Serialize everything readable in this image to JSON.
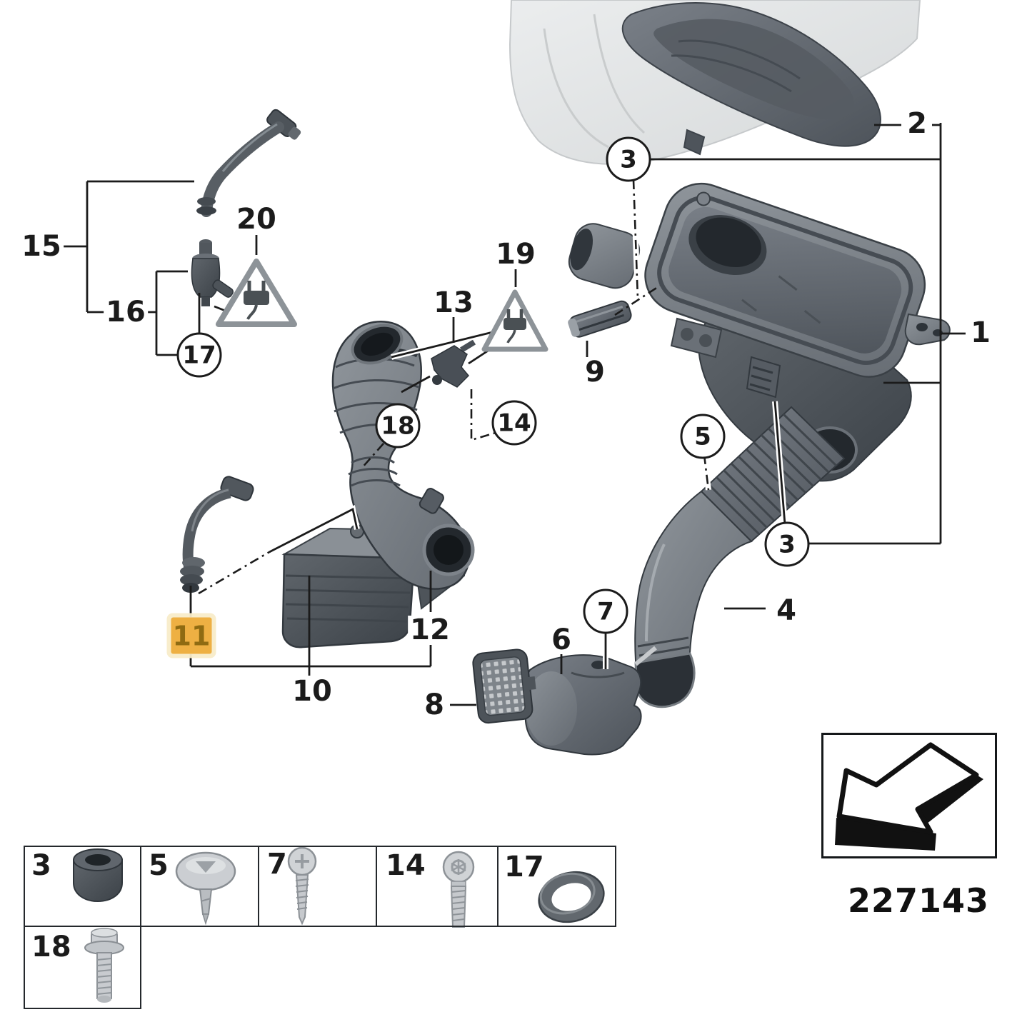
{
  "diagram": {
    "number": "227143",
    "colors": {
      "background": "#ffffff",
      "line": "#1b1b1b",
      "warning_triangle": "#8d9398",
      "highlight_bg": "#eeb043",
      "highlight_text": "#8f6b12",
      "part_gray": "#6b7178"
    },
    "callouts": {
      "plain": [
        {
          "label": "15"
        },
        {
          "label": "16"
        },
        {
          "label": "20"
        },
        {
          "label": "19"
        },
        {
          "label": "13"
        },
        {
          "label": "9"
        },
        {
          "label": "2"
        },
        {
          "label": "1"
        },
        {
          "label": "4"
        },
        {
          "label": "6"
        },
        {
          "label": "8"
        },
        {
          "label": "10"
        },
        {
          "label": "12"
        }
      ],
      "circled": [
        {
          "label": "17"
        },
        {
          "label": "18"
        },
        {
          "label": "14"
        },
        {
          "label": "3"
        },
        {
          "label": "3"
        },
        {
          "label": "5"
        },
        {
          "label": "7"
        }
      ],
      "highlighted": {
        "label": "11"
      }
    },
    "warning_icons": [
      {
        "name": "electrical-connector-warning-icon",
        "at": "part-20"
      },
      {
        "name": "electrical-connector-warning-icon",
        "at": "part-19"
      }
    ],
    "fastener_table": {
      "row1": [
        {
          "label": "3",
          "icon": "rubber-grommet-icon"
        },
        {
          "label": "5",
          "icon": "expanding-rivet-icon"
        },
        {
          "label": "7",
          "icon": "pan-head-screw-icon"
        },
        {
          "label": "14",
          "icon": "torx-screw-icon"
        },
        {
          "label": "17",
          "icon": "o-ring-icon"
        }
      ],
      "row2": [
        {
          "label": "18",
          "icon": "stud-bolt-icon"
        }
      ]
    },
    "direction_box": {
      "icon": "direction-of-travel-arrow-icon"
    },
    "diagram_number_label": "227143"
  }
}
